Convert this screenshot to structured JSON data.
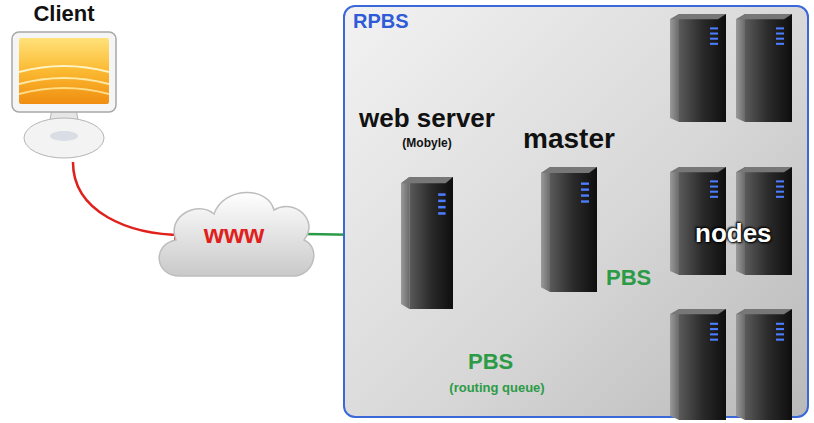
{
  "diagram": {
    "nodes": [
      {
        "text": [
          "RPBS"
        ]
      },
      {
        "text": [
          "Client"
        ]
      },
      {
        "text": [
          "www"
        ]
      },
      {
        "text": [
          "web server",
          "(Mobyle)"
        ],
        "in": 0
      },
      {
        "text": [
          "master"
        ],
        "in": 0
      },
      {
        "text": [
          "nodes"
        ],
        "in": 0
      }
    ],
    "edges": [
      {
        "from": 1,
        "to": 2,
        "arrow": "to"
      },
      {
        "from": 2,
        "to": 3,
        "arrow": "to"
      },
      {
        "from": 3,
        "to": 4,
        "label": "PBS",
        "arrow": "to"
      },
      {
        "from": 4,
        "to": 5,
        "arrow": "to"
      },
      {
        "from": 4,
        "to": 5,
        "label": "PBS",
        "arrow": "to"
      }
    ],
    "labels": [
      "(routing queue)"
    ]
  }
}
